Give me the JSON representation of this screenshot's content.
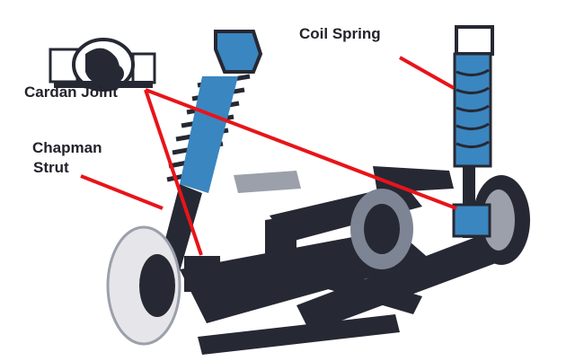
{
  "diagram": {
    "labels": {
      "coil_spring": "Coil Spring",
      "cardan_joint": "Cardan Joint",
      "chapman_strut_line1": "Chapman",
      "chapman_strut_line2": "Strut"
    },
    "colors": {
      "pointer": "#e8141a",
      "metal_dark": "#262833",
      "spring_blue": "#3a86c0"
    }
  }
}
